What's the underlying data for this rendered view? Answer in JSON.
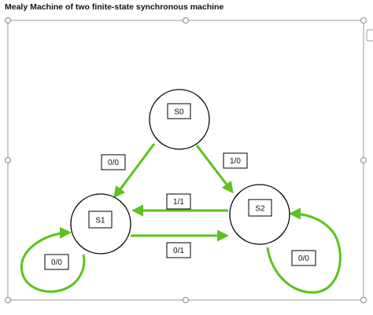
{
  "title": "Mealy Machine of two finite-state synchronous machine",
  "states": {
    "s0": "S0",
    "s1": "S1",
    "s2": "S2"
  },
  "transitions": {
    "s0_to_s1": "0/0",
    "s0_to_s2": "1/0",
    "s2_to_s1": "1/1",
    "s1_to_s2": "0/1",
    "s1_self": "0/0",
    "s2_self": "0/0"
  },
  "colors": {
    "arrow": "#5cc21c",
    "frame": "#999999",
    "node_stroke": "#000000"
  }
}
